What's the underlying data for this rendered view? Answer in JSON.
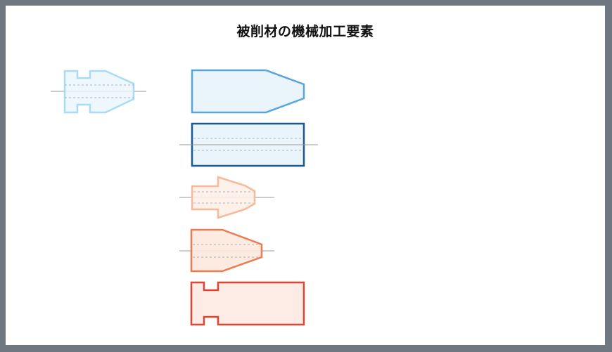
{
  "page": {
    "title": "被削材の機械加工要素"
  },
  "colors": {
    "frame": "#6f7880",
    "canvas": "#ffffff",
    "light_blue": "#a9dcf3",
    "blue": "#5aa6da",
    "dark_blue": "#1a5a8f",
    "light_orange": "#f7b99c",
    "orange": "#ee7a50",
    "red": "#e1442f",
    "centerline": "#9a9a9a"
  },
  "shapes": [
    {
      "name": "shape-grooved-arrow-light-blue",
      "icon": "grooved-arrow-workpiece"
    },
    {
      "name": "shape-chamfered-bar-blue",
      "icon": "chamfered-bar-workpiece"
    },
    {
      "name": "shape-bored-rectangle-dark-blue",
      "icon": "bored-rectangle-workpiece"
    },
    {
      "name": "shape-arrow-light-orange",
      "icon": "arrow-workpiece"
    },
    {
      "name": "shape-tapered-orange",
      "icon": "tapered-workpiece"
    },
    {
      "name": "shape-grooved-rectangle-red",
      "icon": "grooved-rectangle-workpiece"
    }
  ]
}
